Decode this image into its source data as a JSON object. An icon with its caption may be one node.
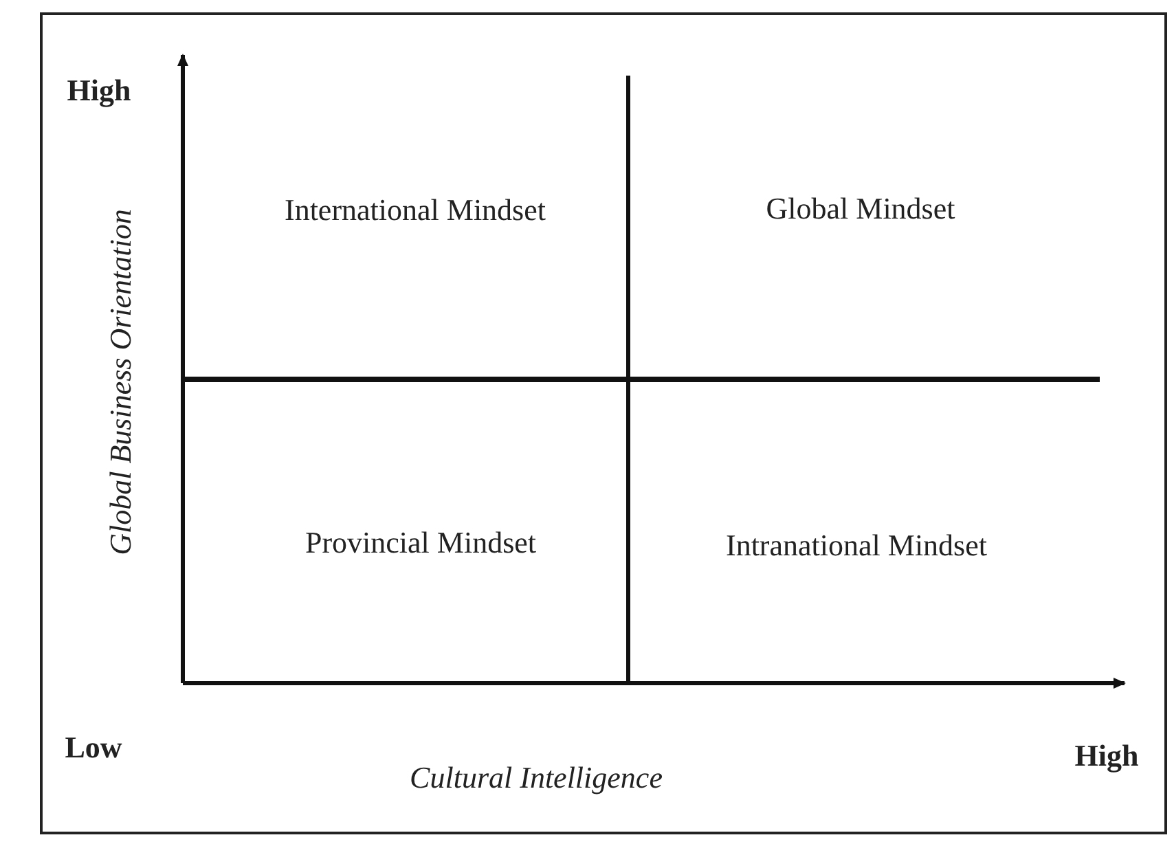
{
  "diagram": {
    "labels": [
      "High",
      "International Mindset",
      "Global Mindset",
      "Global Business Orientation",
      "Provincial Mindset",
      "Intranational Mindset",
      "Low",
      "High",
      "Cultural Intelligence"
    ]
  }
}
